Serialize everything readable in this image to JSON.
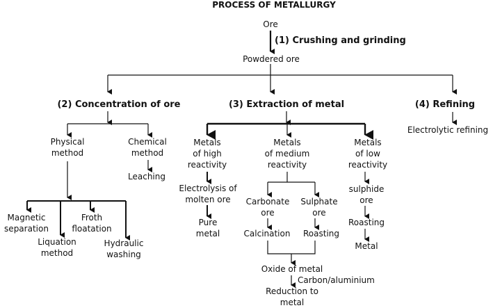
{
  "title": "PROCESS OF METALLURGY",
  "ore": "Ore",
  "step1": "(1) Crushing and grinding",
  "powdered": "Powdered ore",
  "step2": "(2) Concentration of ore",
  "step3": "(3) Extraction of metal",
  "step4": "(4) Refining",
  "physical": [
    "Physical",
    "method"
  ],
  "chemical": [
    "Chemical",
    "method"
  ],
  "leaching": "Leaching",
  "magnetic": [
    "Magnetic",
    "separation"
  ],
  "liquation": [
    "Liquation",
    "method"
  ],
  "froth": [
    "Froth",
    "floatation"
  ],
  "hydraulic": [
    "Hydraulic",
    "washing"
  ],
  "high": [
    "Metals",
    "of high",
    "reactivity"
  ],
  "medium": [
    "Metals",
    "of medium",
    "reactivity"
  ],
  "low": [
    "Metals",
    "of low",
    "reactivity"
  ],
  "electrolysis": [
    "Electrolysis of",
    "molten ore"
  ],
  "pure": [
    "Pure",
    "metal"
  ],
  "carbonate": [
    "Carbonate",
    "ore"
  ],
  "sulphate": [
    "Sulphate",
    "ore"
  ],
  "calcination": "Calcination",
  "roasting_mid": "Roasting",
  "oxide": "Oxide of metal",
  "carbon": "Carbon/aluminium",
  "reduction": [
    "Reduction to",
    "metal"
  ],
  "sulphide": [
    "sulphide",
    "ore"
  ],
  "roasting_low": "Roasting",
  "metal": "Metal",
  "electrolytic": "Electrolytic refining"
}
